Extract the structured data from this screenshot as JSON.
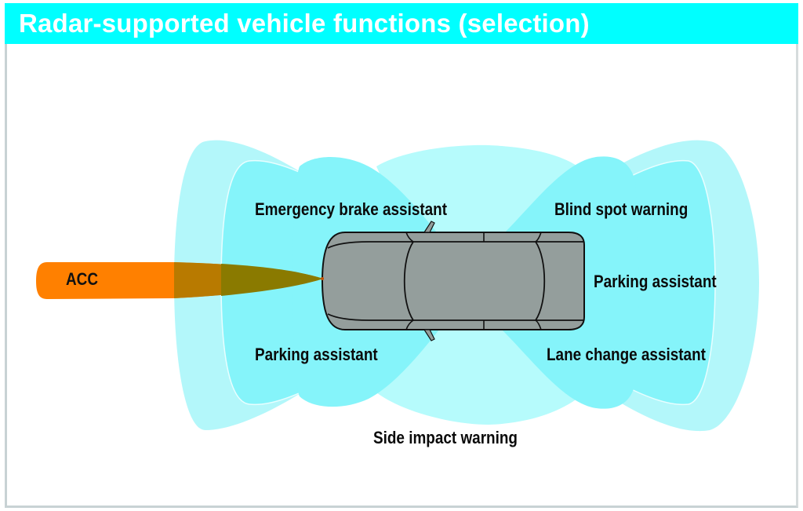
{
  "title": "Radar-supported vehicle functions (selection)",
  "colors": {
    "title_bar": "#00ffff",
    "title_text": "#ffffff",
    "lobe_outer": "#b3f7fa",
    "lobe_inner": "#85f4fa",
    "lobe_side": "#b6fbfc",
    "acc_beam": "#ff8000",
    "acc_overlap": "#8a7a00",
    "car_body": "#949e9c",
    "car_outline": "#111111",
    "label_text": "#0a0a0a"
  },
  "labels": {
    "acc": "ACC",
    "emergency_brake": "Emergency brake assistant",
    "blind_spot": "Blind spot warning",
    "parking_rear": "Parking assistant",
    "parking_front": "Parking assistant",
    "lane_change": "Lane change assistant",
    "side_impact": "Side impact warning"
  },
  "icons": {
    "vehicle": "car-top-view-icon",
    "radar_beam": "radar-beam-icon"
  }
}
